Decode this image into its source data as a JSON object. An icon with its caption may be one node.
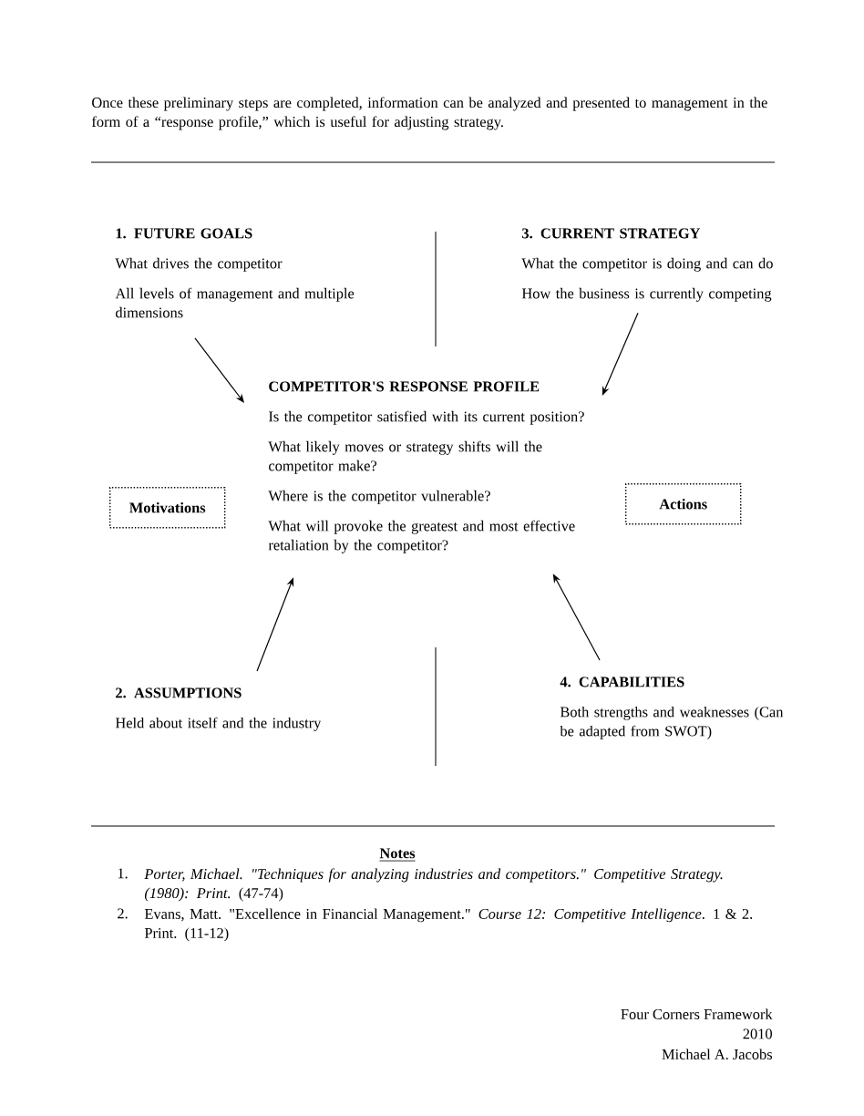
{
  "diagram": {
    "nodes": [
      {
        "text": [
          "1. FUTURE GOALS",
          "What drives the competitor",
          "All levels of management and multiple dimensions"
        ]
      },
      {
        "text": [
          "3. CURRENT STRATEGY",
          "What the competitor is doing and can do",
          "How the business is currently competing"
        ]
      },
      {
        "text": [
          "COMPETITOR'S RESPONSE PROFILE",
          "Is the competitor satisfied with its current position?",
          "What likely moves or strategy shifts will the competitor make?",
          "Where is the competitor vulnerable?",
          "What will provoke the greatest and most effective retaliation by the competitor?"
        ]
      },
      {
        "text": [
          "Motivations"
        ]
      },
      {
        "text": [
          "Actions"
        ]
      },
      {
        "text": [
          "2. ASSUMPTIONS",
          "Held about itself and the industry"
        ]
      },
      {
        "text": [
          "4. CAPABILITIES",
          "Both strengths and weaknesses (Can be adapted from SWOT)"
        ]
      }
    ],
    "edges": [
      {
        "from": 0,
        "to": 2,
        "arrow": "to"
      },
      {
        "from": 1,
        "to": 2,
        "arrow": "to"
      },
      {
        "from": 5,
        "to": 2,
        "arrow": "to"
      },
      {
        "from": 6,
        "to": 2,
        "arrow": "to"
      }
    ],
    "labels": [
      "Once these preliminary steps are completed, information can be analyzed and presented to management in the form of a “response profile,” which is useful for adjusting strategy.",
      "Notes",
      "1.",
      "*Porter, Michael. \"Techniques for analyzing industries and competitors.\" Competitive Strategy. (1980): Print.* (47-74)",
      "2.",
      "Evans, Matt. \"Excellence in Financial Management.\" *Course 12: Competitive Intelligence*. 1 & 2. Print. (11-12)",
      "Four Corners Framework",
      "2010",
      "Michael A. Jacobs"
    ]
  }
}
